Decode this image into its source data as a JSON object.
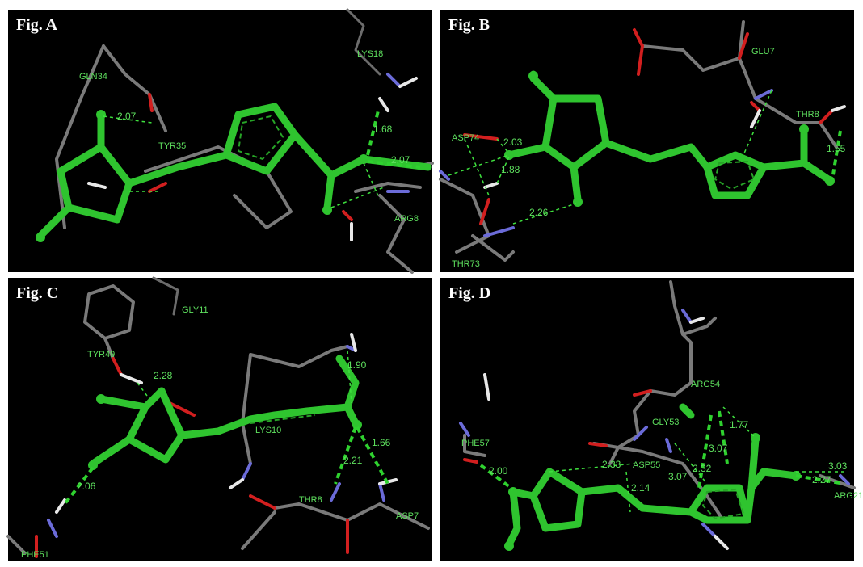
{
  "panels": {
    "a": {
      "title": "Fig. A",
      "residues": [
        "GLN34",
        "TYR35",
        "LYS18",
        "ARG8"
      ],
      "distances": [
        "2.07",
        "1.68",
        "2.07"
      ]
    },
    "b": {
      "title": "Fig. B",
      "residues": [
        "ASP74",
        "GLU7",
        "THR8",
        "THR73"
      ],
      "distances": [
        "2.03",
        "1.88",
        "2.26",
        "1.55"
      ]
    },
    "c": {
      "title": "Fig. C",
      "residues": [
        "GLY11",
        "TYR49",
        "LYS10",
        "THR8",
        "ASP7",
        "PHE51"
      ],
      "distances": [
        "2.28",
        "1.90",
        "1.66",
        "2.21",
        "2.06"
      ]
    },
    "d": {
      "title": "Fig. D",
      "residues": [
        "ARG54",
        "GLY53",
        "PHE57",
        "ASP55",
        "ARG21"
      ],
      "distances": [
        "1.77",
        "3.07",
        "2.32",
        "2.33",
        "2.14",
        "3.07",
        "2.00",
        "3.03",
        "2.27"
      ]
    }
  },
  "colors": {
    "background": "#000000",
    "ligand": "#2fc42f",
    "protein": "#7a7a7a",
    "oxygen": "#d21f1f",
    "nitrogen": "#6b6bd8",
    "hbond": "#3ee03e"
  }
}
